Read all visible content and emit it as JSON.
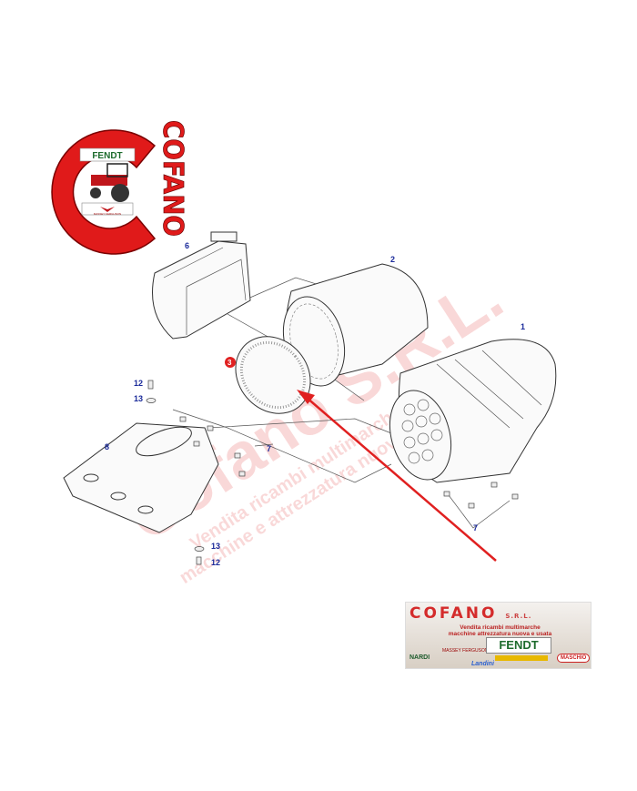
{
  "logo": {
    "brand_vertical": "COFANO",
    "inner_badge_top": "FENDT",
    "inner_badge_bottom": "MASSEY FERGUSON",
    "colors": {
      "red": "#e01a1a",
      "green": "#1d6b2c"
    }
  },
  "watermark": {
    "brand": "Cofano S.R.L.",
    "line1": "Vendita ricambi multimarche",
    "line2": "macchine e attrezzatura nuova e usata"
  },
  "part_labels": [
    {
      "id": "6",
      "text": "6"
    },
    {
      "id": "2",
      "text": "2"
    },
    {
      "id": "1",
      "text": "1"
    },
    {
      "id": "3",
      "text": "3",
      "highlighted": true
    },
    {
      "id": "12a",
      "text": "12"
    },
    {
      "id": "13a",
      "text": "13"
    },
    {
      "id": "8",
      "text": "8"
    },
    {
      "id": "7a",
      "text": "7"
    },
    {
      "id": "7b",
      "text": "7"
    },
    {
      "id": "13b",
      "text": "13"
    },
    {
      "id": "12b",
      "text": "12"
    }
  ],
  "arrow": {
    "color": "#e02020",
    "points_to": "3"
  },
  "banner": {
    "title": "COFANO",
    "suffix": "S.R.L.",
    "line1": "Vendita ricambi multimarche",
    "line2": "macchine attrezzatura nuova e usata",
    "brands": [
      "MASSEY FERGUSON",
      "FENDT",
      "NARDI",
      "MASCHIO",
      "Landini"
    ]
  }
}
